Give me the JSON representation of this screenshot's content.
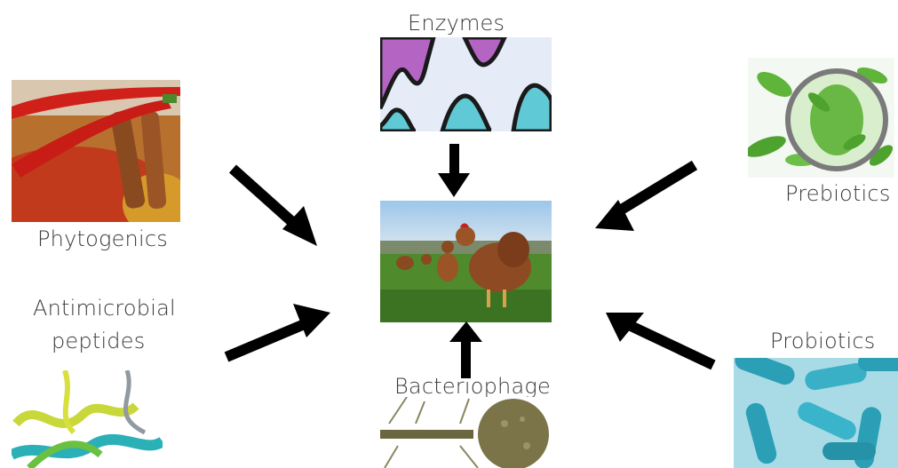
{
  "labels": {
    "enzymes": "Enzymes",
    "phytogenics": "Phytogenics",
    "prebiotics": "Prebiotics",
    "antimicrobial_line1": "Antimicrobial",
    "antimicrobial_line2": "peptides",
    "probiotics": "Probiotics",
    "bacteriophage": "Bacteriophage"
  },
  "colors": {
    "arrow": "#000000",
    "label": "#3a3a3a"
  }
}
